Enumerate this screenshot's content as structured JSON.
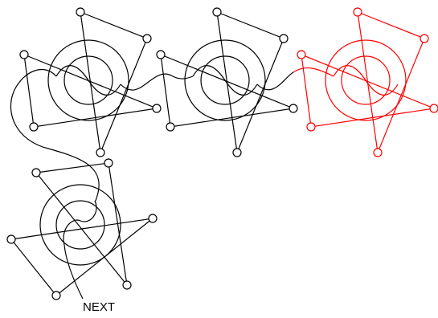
{
  "pattern": {
    "label_next": "NEXT",
    "colors": {
      "stroke": "#000000",
      "highlight": "#ff0000",
      "background": "#ffffff"
    },
    "motifs": [
      {
        "name": "star-circle-motif-1",
        "color": "black"
      },
      {
        "name": "star-circle-motif-2",
        "color": "black"
      },
      {
        "name": "star-circle-motif-3",
        "color": "red"
      },
      {
        "name": "star-circle-motif-4",
        "color": "black"
      }
    ]
  }
}
